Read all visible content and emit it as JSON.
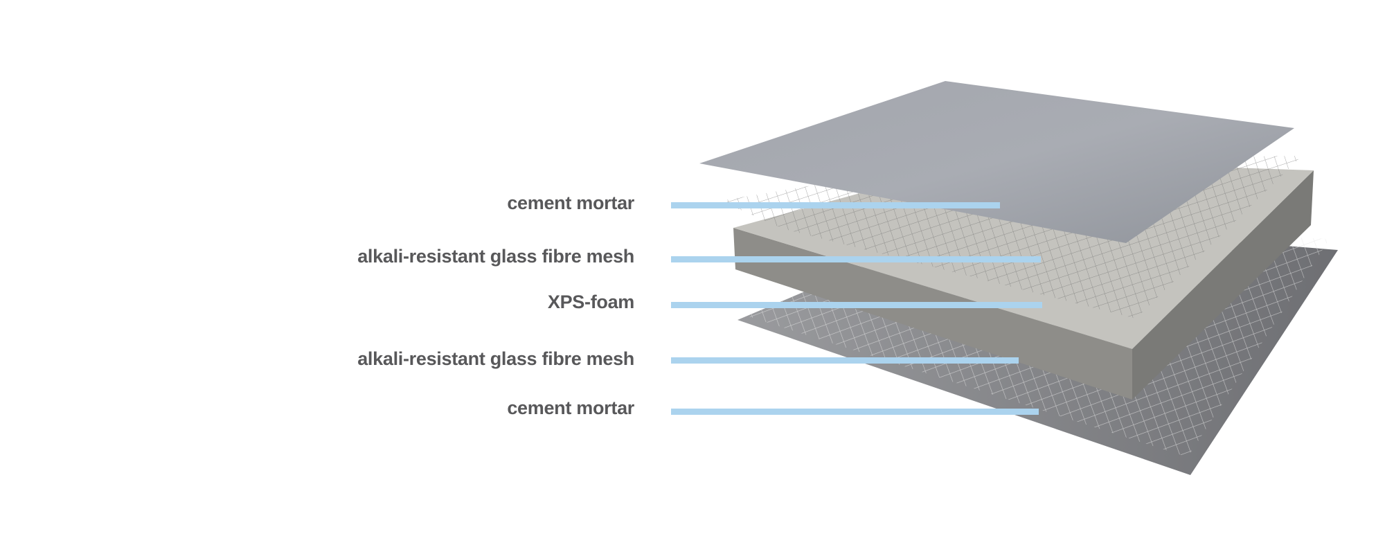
{
  "layers": [
    {
      "label": "cement mortar"
    },
    {
      "label": "alkali-resistant glass fibre mesh"
    },
    {
      "label": "XPS-foam"
    },
    {
      "label": "alkali-resistant glass fibre mesh"
    },
    {
      "label": "cement mortar"
    }
  ],
  "colors": {
    "leader": "#abd3ee",
    "label_text": "#58585a",
    "mortar_top": "#9a9ea6",
    "xps_top": "#c4c3be",
    "xps_front": "#8e8d89",
    "xps_side": "#7a7a77",
    "mortar_bottom": "#8a8b8e"
  }
}
